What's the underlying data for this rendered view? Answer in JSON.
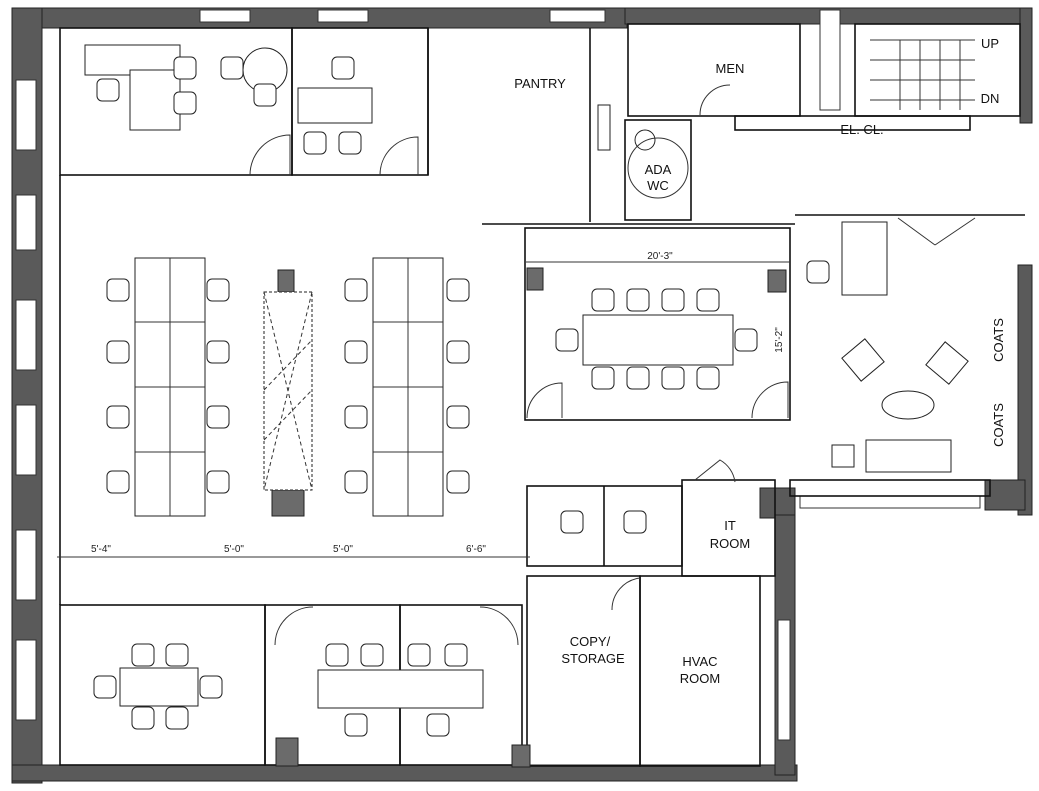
{
  "plan": {
    "rooms": {
      "pantry": "PANTRY",
      "men": "MEN",
      "stair_up": "UP",
      "stair_down": "DN",
      "elec_closet": "EL. CL.",
      "ada_wc_line1": "ADA",
      "ada_wc_line2": "WC",
      "coats_upper": "COATS",
      "coats_lower": "COATS",
      "it_room_line1": "IT",
      "it_room_line2": "ROOM",
      "copy_line1": "COPY/",
      "copy_line2": "STORAGE",
      "hvac_line1": "HVAC",
      "hvac_line2": "ROOM"
    },
    "dimensions": {
      "conference_width": "20'-3\"",
      "conference_depth": "15'-2\"",
      "aisle_1": "5'-4\"",
      "aisle_2": "5'-0\"",
      "aisle_3": "5'-0\"",
      "aisle_4": "6'-6\""
    }
  }
}
